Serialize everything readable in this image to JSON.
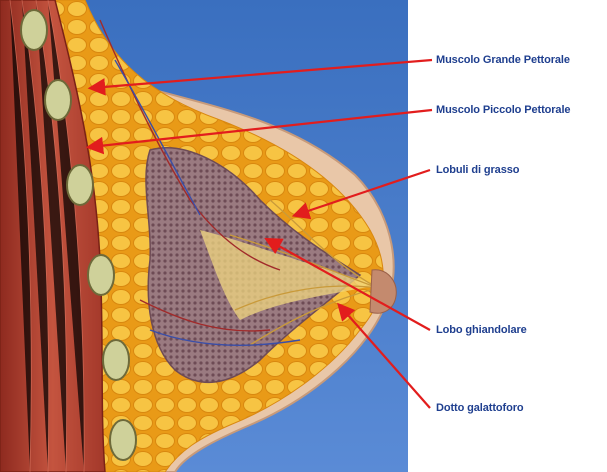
{
  "colors": {
    "background": "#2f64b0",
    "label_text": "#1f3f8f",
    "arrow": "#e21d1d",
    "skin": "#e9c7a8",
    "muscle": "#b8412f",
    "fat": "#f3b12c",
    "gland": "#8f6a72"
  },
  "labels": [
    {
      "id": "grande-pettorale",
      "text": "Muscolo Grande Pettorale"
    },
    {
      "id": "piccolo-pettorale",
      "text": "Muscolo Piccolo Pettorale"
    },
    {
      "id": "lobuli-grasso",
      "text": "Lobuli di grasso"
    },
    {
      "id": "lobo-ghiandolare",
      "text": "Lobo ghiandolare"
    },
    {
      "id": "dotto-galattoforo",
      "text": "Dotto galattoforo"
    }
  ]
}
